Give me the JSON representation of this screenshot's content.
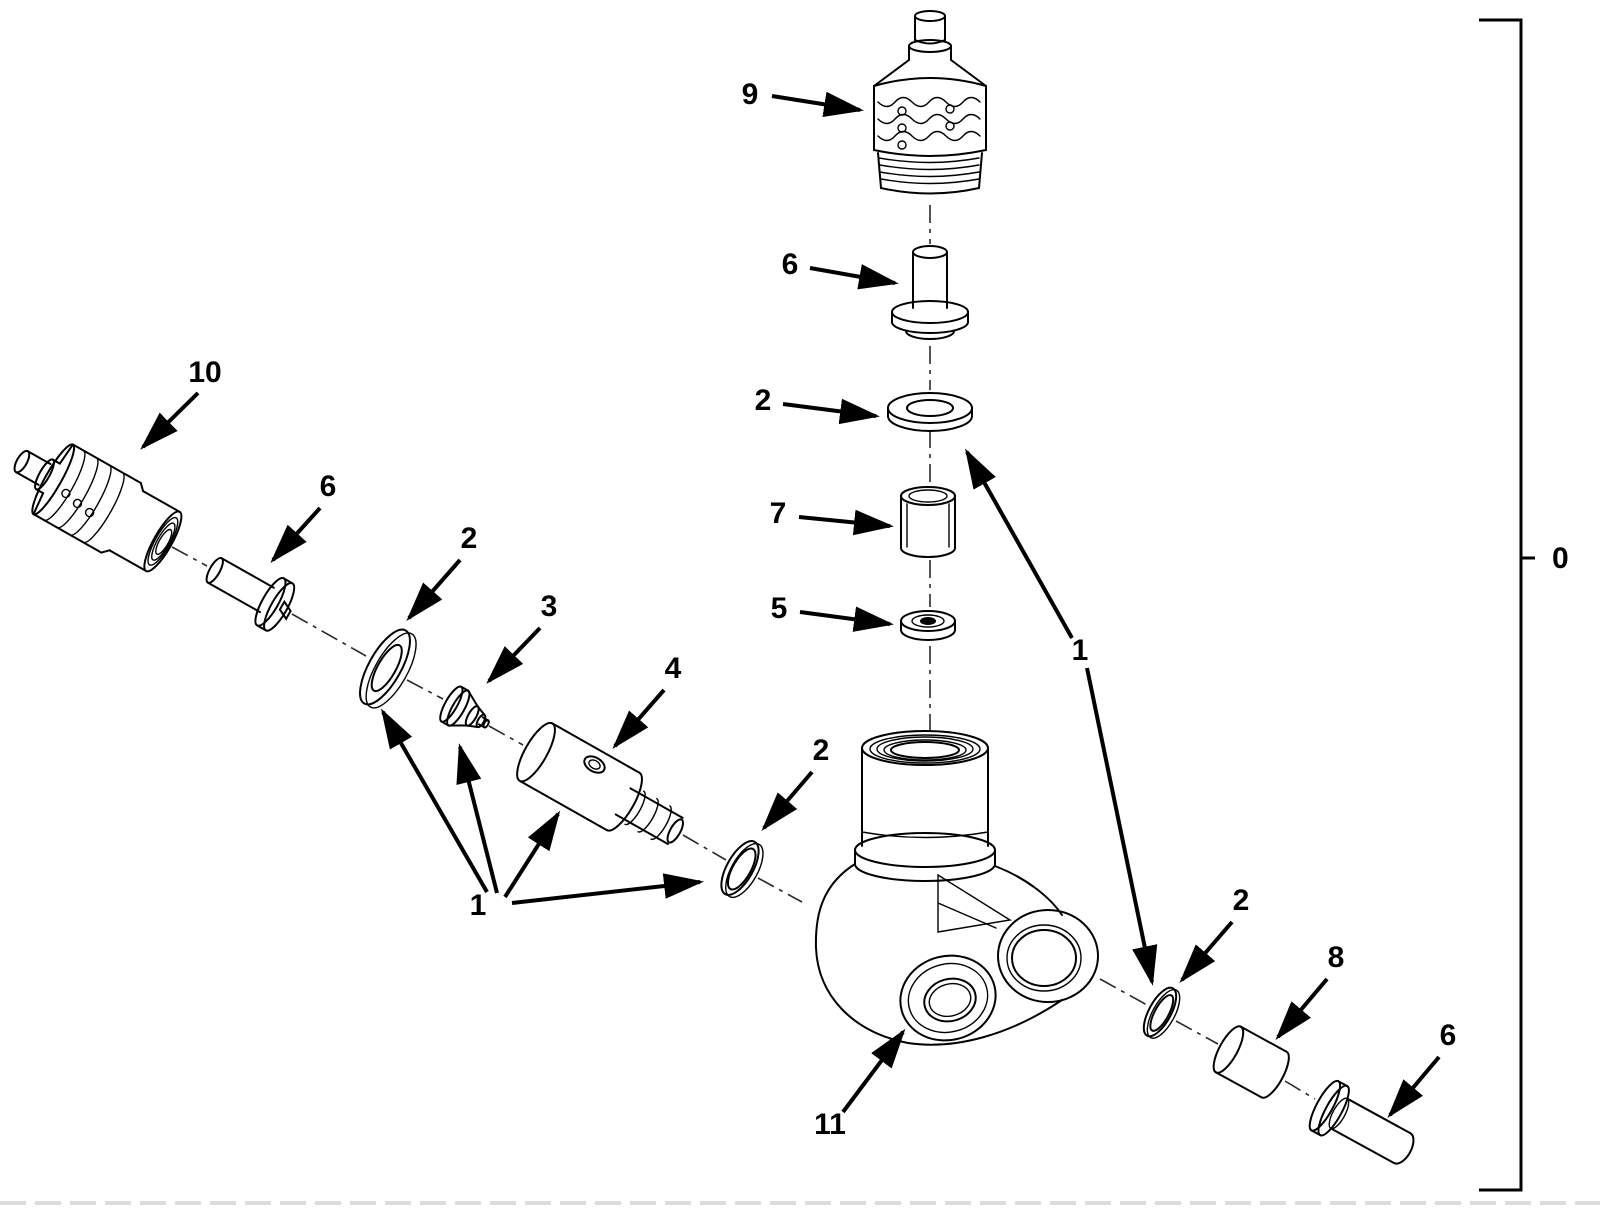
{
  "figure": {
    "type": "exploded-parts-diagram",
    "background": "#ffffff",
    "line_color": "#000000",
    "callouts": {
      "assembly_bracket": "0",
      "item1_left": "1",
      "item1_right": "1",
      "item2_top": "2",
      "item2_left": "2",
      "item2_center": "2",
      "item2_right": "2",
      "item3": "3",
      "item4": "4",
      "item5": "5",
      "item6_top": "6",
      "item6_left": "6",
      "item6_bottom_right": "6",
      "item7": "7",
      "item8": "8",
      "item9": "9",
      "item10": "10",
      "item11": "11"
    }
  }
}
